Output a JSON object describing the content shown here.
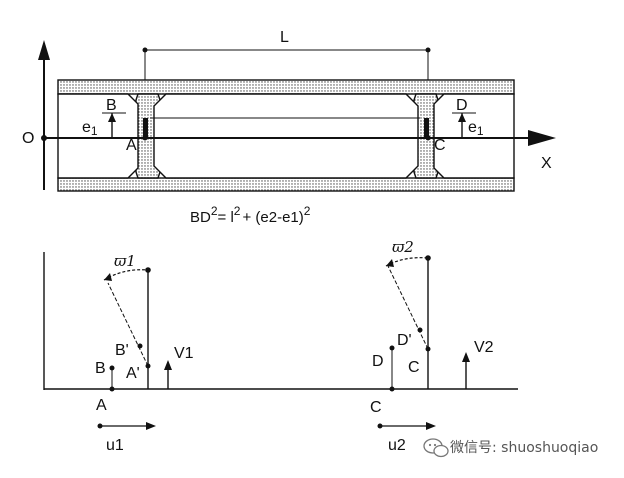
{
  "top_diagram": {
    "span_label": "L",
    "origin_label": "O",
    "x_axis_label": "X",
    "point_labels": {
      "A": "A",
      "B": "B",
      "C": "C",
      "D": "D"
    },
    "e1_left_base": "e",
    "e1_left_sub": "1",
    "e1_right_base": "e",
    "e1_right_sub": "1",
    "formula": {
      "lhs": "BD",
      "lhs_sup": "2",
      "eq": "= l",
      "l_sup": "2",
      "rhs": "+ (e2-e1)",
      "rhs_sup": "2"
    }
  },
  "bottom_diagram": {
    "left": {
      "rotation_label": "ϖ1",
      "B": "B",
      "B_prime": "B'",
      "A_prime": "A'",
      "A": "A",
      "V_label": "V1",
      "u_label": "u1"
    },
    "right": {
      "rotation_label": "ϖ2",
      "D": "D",
      "D_prime": "D'",
      "C": "C",
      "C_bottom": "C",
      "V_label": "V2",
      "u_label": "u2"
    }
  },
  "watermark": {
    "icon": "wechat-icon",
    "text": "微信号: shuoshuoqiao"
  }
}
